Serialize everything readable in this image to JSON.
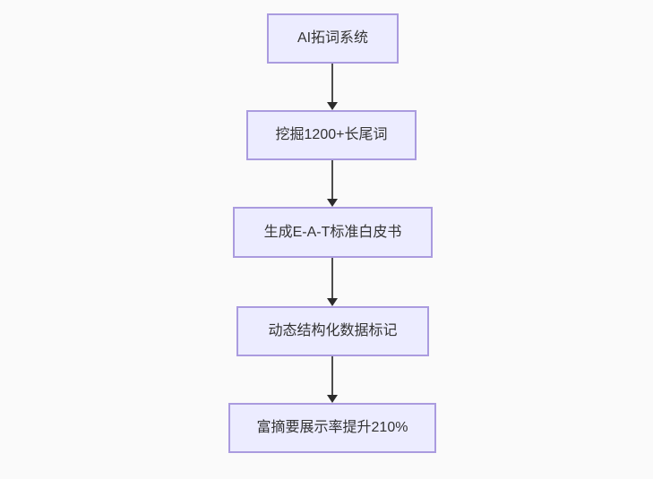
{
  "diagram": {
    "type": "flowchart",
    "direction": "top-down",
    "nodes": [
      {
        "id": "node-1",
        "label": "AI拓词系统"
      },
      {
        "id": "node-2",
        "label": "挖掘1200+长尾词"
      },
      {
        "id": "node-3",
        "label": "生成E-A-T标准白皮书"
      },
      {
        "id": "node-4",
        "label": "动态结构化数据标记"
      },
      {
        "id": "node-5",
        "label": "富摘要展示率提升210%"
      }
    ],
    "edges": [
      {
        "from": "node-1",
        "to": "node-2"
      },
      {
        "from": "node-2",
        "to": "node-3"
      },
      {
        "from": "node-3",
        "to": "node-4"
      },
      {
        "from": "node-4",
        "to": "node-5"
      }
    ],
    "colors": {
      "background": "#fafafa",
      "node_fill": "#ececff",
      "node_border": "#aa9bdf",
      "edge_line": "#4d4d4d",
      "arrowhead": "#2b2b2b",
      "text": "#333333"
    }
  }
}
